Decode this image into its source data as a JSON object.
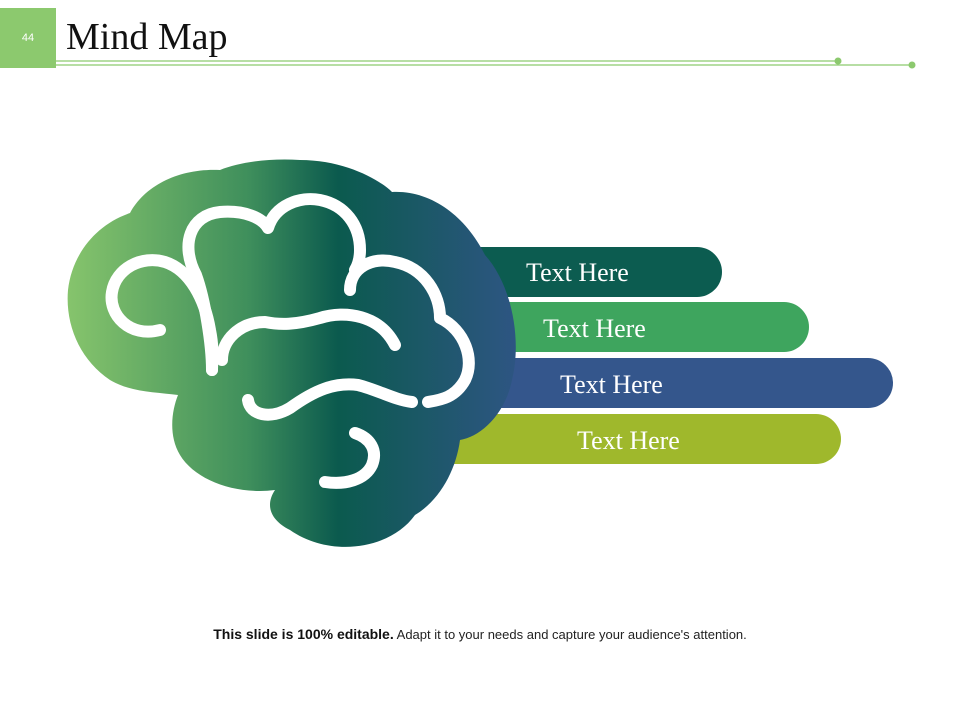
{
  "slide": {
    "number": "44",
    "title": "Mind Map"
  },
  "bars": [
    {
      "label": "Text Here",
      "color": "#0c5c50"
    },
    {
      "label": "Text Here",
      "color": "#3ea55e"
    },
    {
      "label": "Text Here",
      "color": "#34568c"
    },
    {
      "label": "Text Here",
      "color": "#9fb82c"
    }
  ],
  "brain": {
    "gradient_colors": [
      "#86c46c",
      "#3f8f5c",
      "#0b5a4e",
      "#2e5583"
    ],
    "icon": "brain-icon"
  },
  "footer": {
    "bold_text": "This slide is 100% editable.",
    "normal_text": "Adapt it to your needs and capture your audience's attention."
  },
  "colors": {
    "accent": "#8cc96e",
    "line": "#8cc96e"
  }
}
